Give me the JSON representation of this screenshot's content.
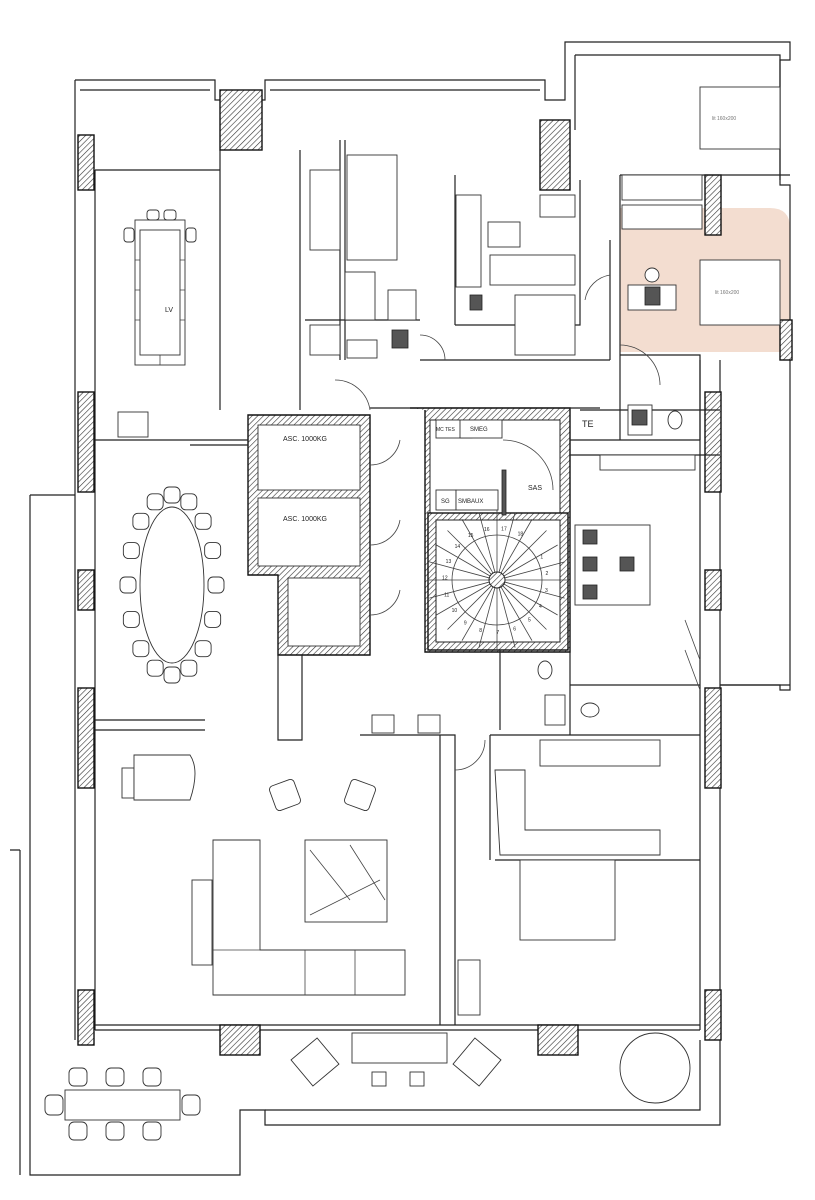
{
  "plan": {
    "labels": {
      "living_tv": "LV",
      "elevator_1": "ASC. 1000KG",
      "elevator_2": "ASC. 1000KG",
      "tech_closet": "MC TES",
      "appliance": "SMEG",
      "airlock": "SAS",
      "sg": "SG",
      "smbaux": "SMBAUX",
      "te": "TE",
      "bed_highlighted": "lit 160x200",
      "bed_top": "lit 160x200"
    },
    "stair_steps": [
      "1",
      "2",
      "3",
      "4",
      "5",
      "6",
      "7",
      "8",
      "9",
      "10",
      "11",
      "12",
      "13",
      "14",
      "15",
      "16",
      "17",
      "18"
    ],
    "highlight_color": "#f3ddd0",
    "wall_color": "#222222"
  }
}
